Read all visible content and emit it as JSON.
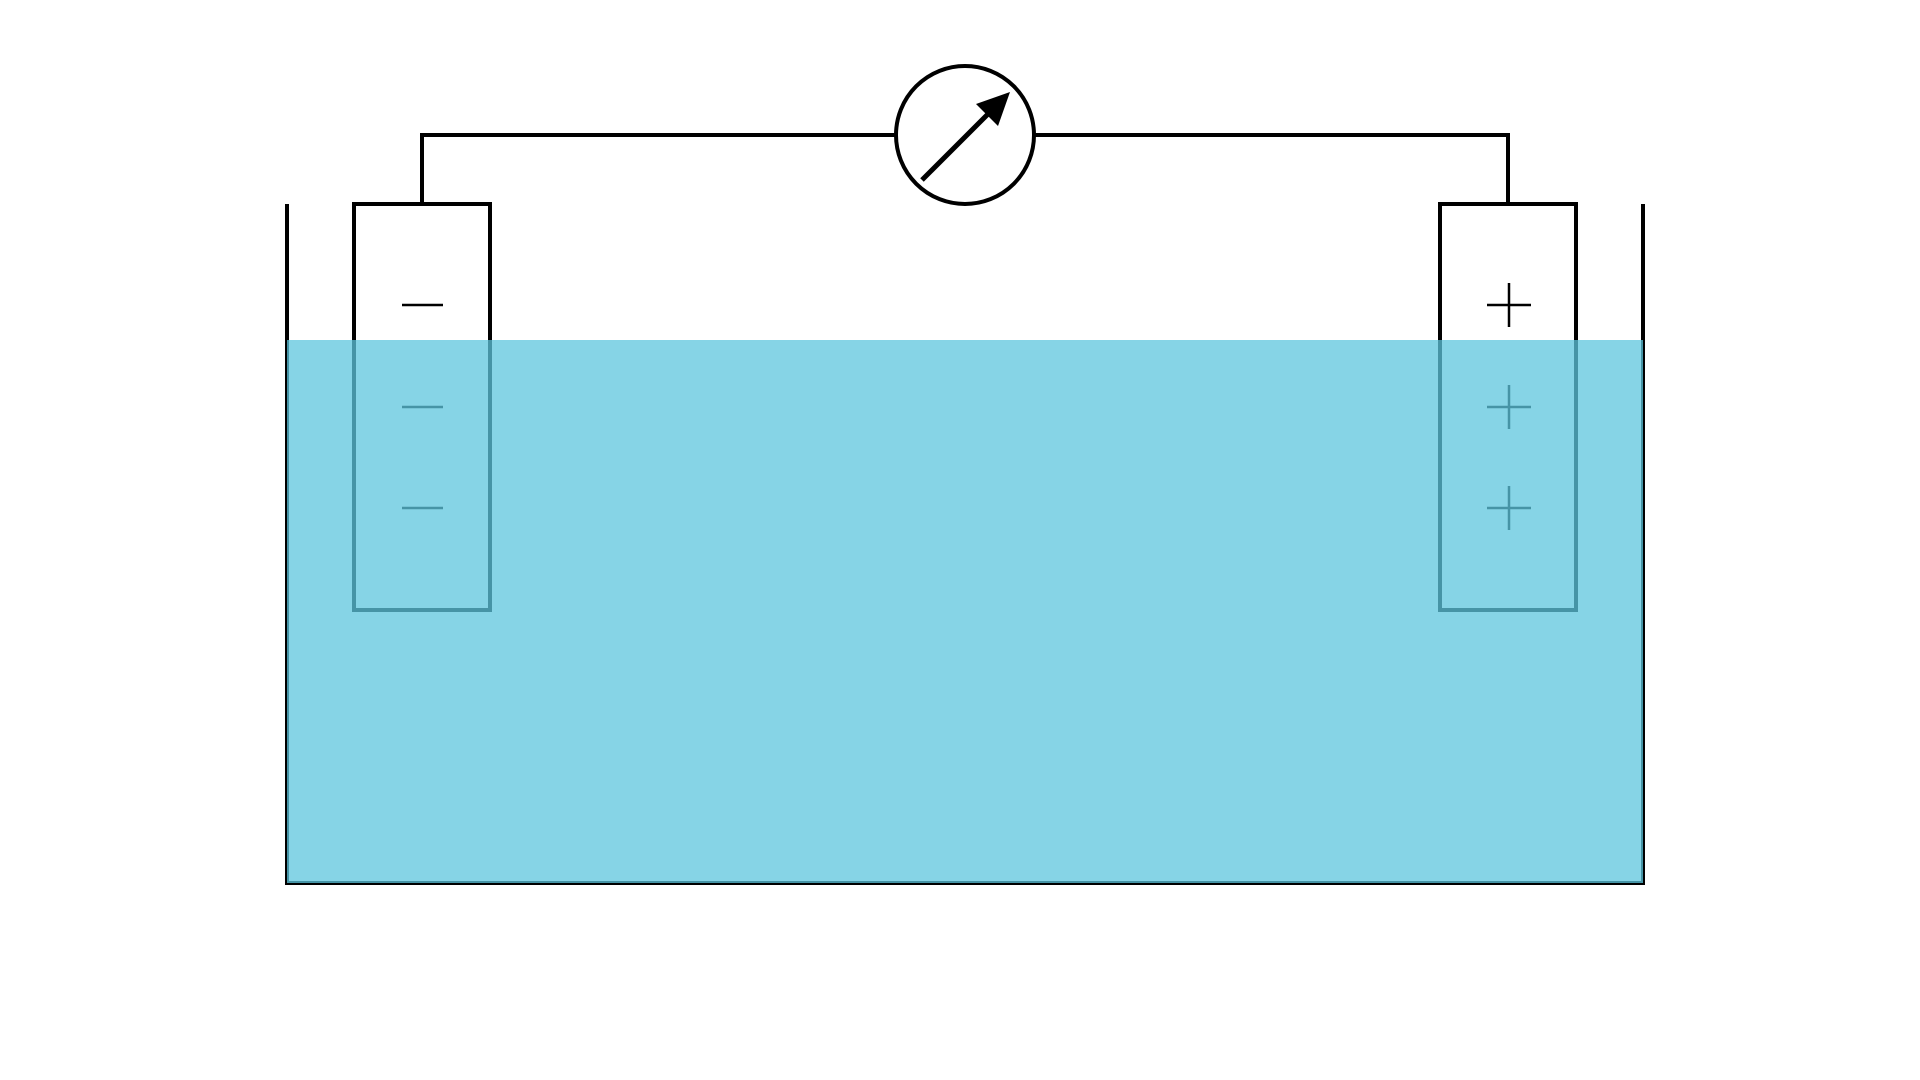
{
  "electrolytic_cell": {
    "electrolyte_color": "#5ec6dd",
    "line_color": "#000000",
    "left_electrode": {
      "charge_sign": "negative",
      "sign_count": 3
    },
    "right_electrode": {
      "charge_sign": "positive",
      "sign_count": 3
    },
    "meter": {
      "icon": "meter-needle-icon"
    }
  }
}
